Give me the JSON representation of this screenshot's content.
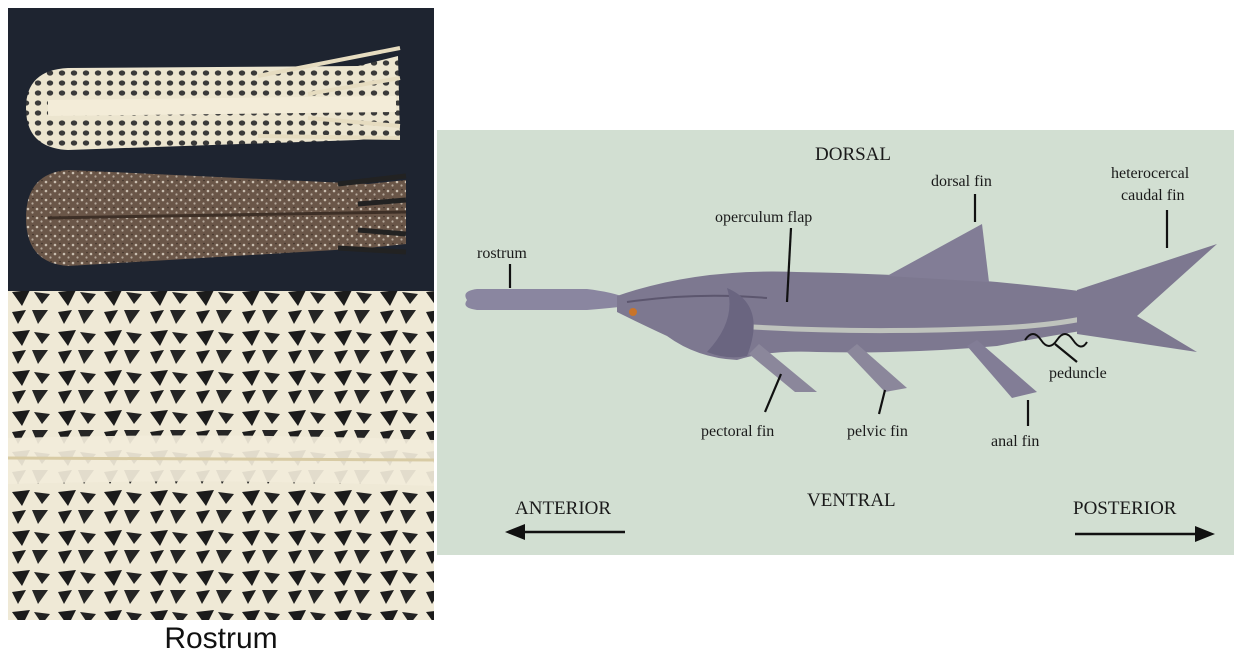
{
  "caption": "Rostrum",
  "diagram": {
    "top_label": "DORSAL",
    "bottom_label": "VENTRAL",
    "left_label": "ANTERIOR",
    "right_label": "POSTERIOR",
    "parts": {
      "rostrum": "rostrum",
      "operculum_flap": "operculum flap",
      "dorsal_fin": "dorsal fin",
      "caudal_fin_line1": "heterocercal",
      "caudal_fin_line2": "caudal fin",
      "peduncle": "peduncle",
      "pectoral_fin": "pectoral fin",
      "pelvic_fin": "pelvic fin",
      "anal_fin": "anal fin"
    }
  },
  "colors": {
    "diagram_background": "#d2dfd2",
    "photo_background": "#1e2430",
    "bone": "#ece5cf",
    "fish_body": "#7d7890"
  }
}
